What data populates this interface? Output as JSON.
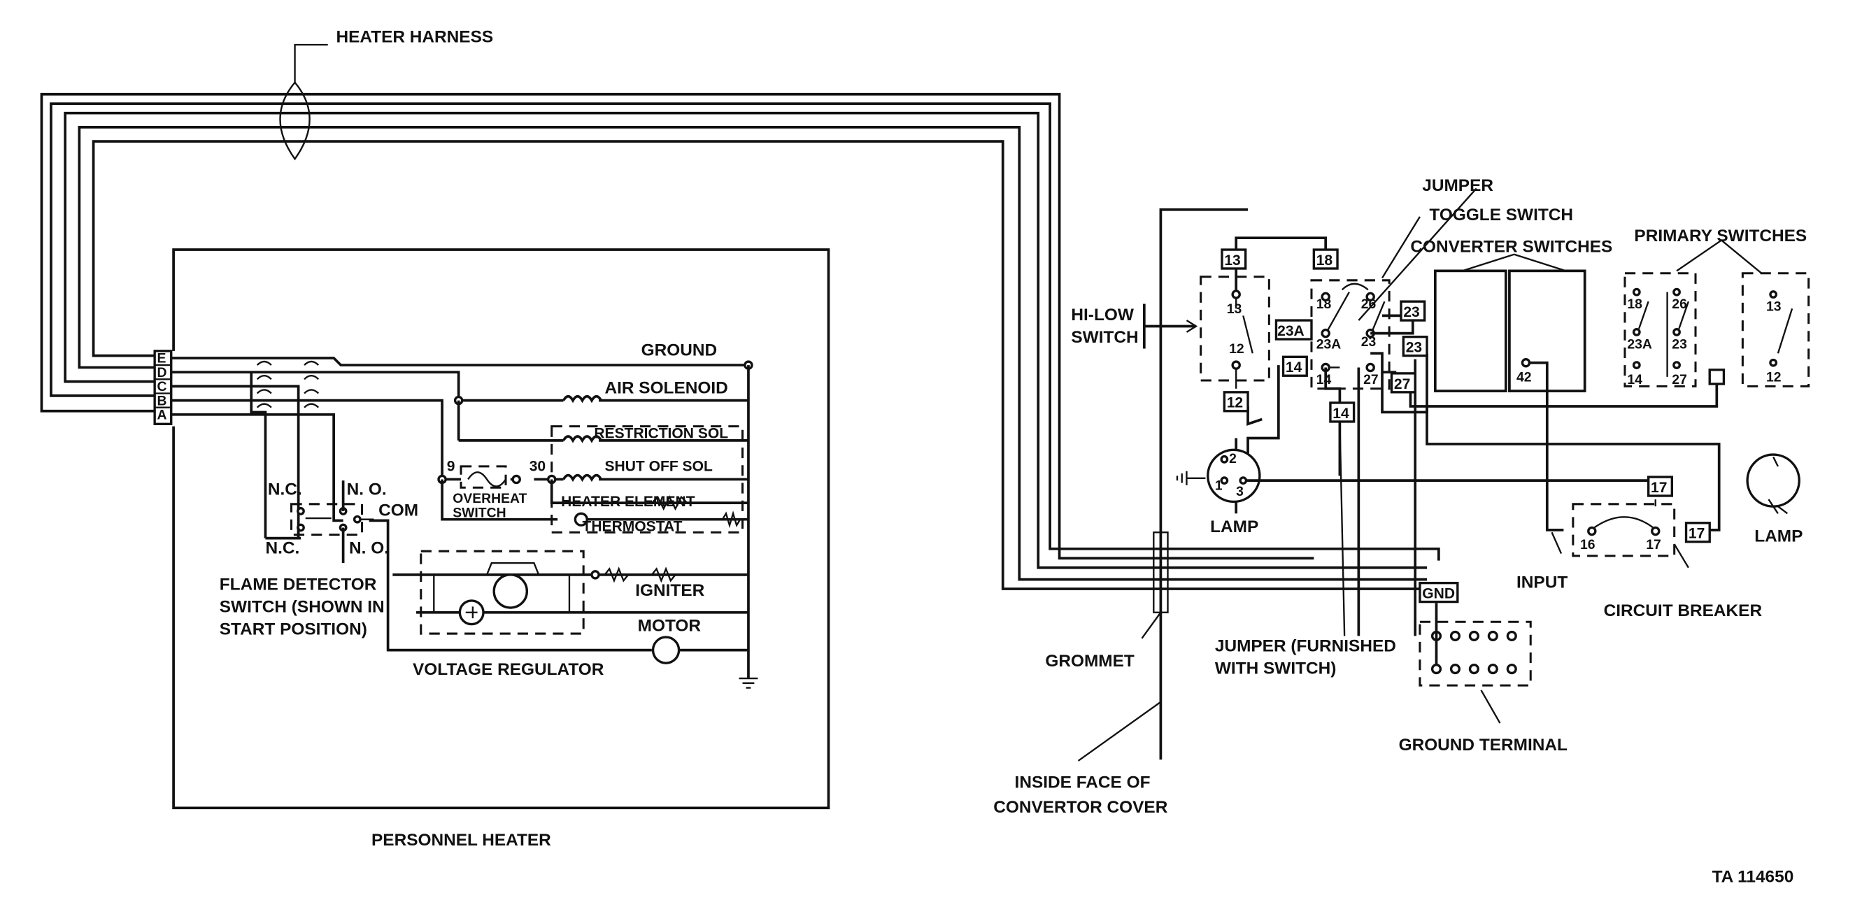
{
  "labels": {
    "heater_harness": "HEATER HARNESS",
    "ground": "GROUND",
    "air_solenoid": "AIR SOLENOID",
    "restriction_sol": "RESTRICTION SOL",
    "shut_off_sol": "SHUT OFF SOL",
    "heater_element": "HEATER ELEMENT",
    "thermostat": "THERMOSTAT",
    "overheat": "OVERHEAT",
    "switch": "SWITCH",
    "igniter": "IGNITER",
    "motor": "MOTOR",
    "voltage_regulator": "VOLTAGE REGULATOR",
    "flame_detector_1": "FLAME DETECTOR",
    "flame_detector_2": "SWITCH (SHOWN IN",
    "flame_detector_3": "START POSITION)",
    "nc": "N.C.",
    "no": "N. O.",
    "com": "COM",
    "personnel_heater": "PERSONNEL HEATER",
    "hi_low_1": "HI-LOW",
    "hi_low_2": "SWITCH",
    "lamp_left": "LAMP",
    "grommet": "GROMMET",
    "inside_face_1": "INSIDE FACE OF",
    "inside_face_2": "CONVERTOR COVER",
    "jumper": "JUMPER",
    "toggle_switch": "TOGGLE SWITCH",
    "converter_switches": "CONVERTER SWITCHES",
    "primary_switches": "PRIMARY SWITCHES",
    "jumper_furnished_1": "JUMPER (FURNISHED",
    "jumper_furnished_2": "WITH SWITCH)",
    "ground_terminal": "GROUND TERMINAL",
    "input": "INPUT",
    "circuit_breaker": "CIRCUIT BREAKER",
    "lamp_right": "LAMP",
    "figure_id": "TA 114650"
  },
  "harness_letters": [
    "E",
    "D",
    "C",
    "B",
    "A"
  ],
  "terminals": {
    "t9": "9",
    "t30": "30",
    "t13": "13",
    "t12": "12",
    "t18": "18",
    "t23a": "23A",
    "t26": "26",
    "t23": "23",
    "t14": "14",
    "t27": "27",
    "t42": "42",
    "t16": "16",
    "t17": "17",
    "gnd": "GND",
    "l2": "2",
    "l1": "1",
    "l3": "3"
  }
}
